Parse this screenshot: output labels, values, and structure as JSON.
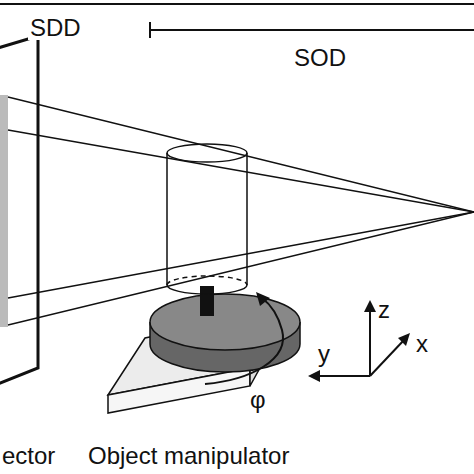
{
  "diagram": {
    "labels": [
      "SDD",
      "SOD",
      "ector",
      "Object manipulator",
      "z",
      "y",
      "x",
      "φ"
    ]
  }
}
